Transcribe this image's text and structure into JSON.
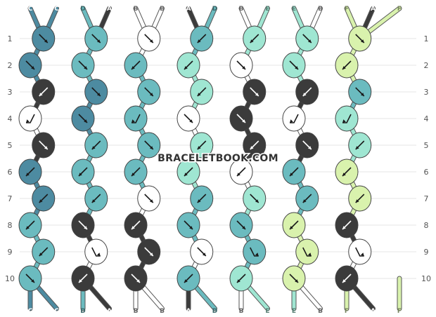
{
  "colors": {
    "A": "#3b3b3b",
    "B": "#ffffff",
    "C": "#4d8ba1",
    "D": "#6bbbbf",
    "E": "#9fe6d2",
    "F": "#d9f2ad"
  },
  "top_strands": [
    "C",
    "C",
    "D",
    "A",
    "B",
    "B",
    "A",
    "D",
    "B",
    "E",
    "E",
    "B",
    "F",
    "A",
    "F"
  ],
  "bottom_strands": [
    "C",
    "C",
    "D",
    "A",
    "B",
    "B",
    "A",
    "D",
    "B",
    "E",
    "E",
    "B",
    "F",
    "A",
    "F"
  ],
  "row_numbers": [
    "1",
    "2",
    "3",
    "4",
    "5",
    "6",
    "7",
    "8",
    "9",
    "10"
  ],
  "knots": [
    [
      {
        "c": "C",
        "d": "se"
      },
      {
        "c": "D",
        "d": "se"
      },
      {
        "c": "B",
        "d": "se"
      },
      {
        "c": "D",
        "d": "sw"
      },
      {
        "c": "E",
        "d": "sw"
      },
      {
        "c": "E",
        "d": "se"
      },
      {
        "c": "F",
        "d": "se"
      }
    ],
    [
      {
        "c": "C",
        "d": "se"
      },
      {
        "c": "D",
        "d": "se"
      },
      {
        "c": "D",
        "d": "sw"
      },
      {
        "c": "E",
        "d": "sw"
      },
      {
        "c": "B",
        "d": "se"
      },
      {
        "c": "E",
        "d": "se"
      },
      {
        "c": "F",
        "d": "sw"
      }
    ],
    [
      {
        "c": "A",
        "d": "sw"
      },
      {
        "c": "C",
        "d": "se"
      },
      {
        "c": "D",
        "d": "se"
      },
      {
        "c": "E",
        "d": "sw"
      },
      {
        "c": "A",
        "d": "se"
      },
      {
        "c": "A",
        "d": "sw"
      },
      {
        "c": "D",
        "d": "se"
      },
      {
        "c": "F",
        "d": "sw"
      }
    ],
    [
      {
        "c": "B",
        "d": "rsw"
      },
      {
        "c": "C",
        "d": "se"
      },
      {
        "c": "D",
        "d": "rsw"
      },
      {
        "c": "B",
        "d": "se"
      },
      {
        "c": "A",
        "d": "se"
      },
      {
        "c": "B",
        "d": "rsw"
      },
      {
        "c": "E",
        "d": "rsw"
      }
    ],
    [
      {
        "c": "A",
        "d": "se"
      },
      {
        "c": "D",
        "d": "sw"
      },
      {
        "c": "D",
        "d": "se"
      },
      {
        "c": "E",
        "d": "sw"
      },
      {
        "c": "A",
        "d": "sw"
      },
      {
        "c": "A",
        "d": "se"
      },
      {
        "c": "E",
        "d": "sw"
      },
      {
        "c": "E",
        "d": "rsw"
      }
    ],
    [
      {
        "c": "C",
        "d": "sw"
      },
      {
        "c": "D",
        "d": "sw"
      },
      {
        "c": "D",
        "d": "sw"
      },
      {
        "c": "E",
        "d": "sw"
      },
      {
        "c": "B",
        "d": "sw"
      },
      {
        "c": "D",
        "d": "sw"
      },
      {
        "c": "F",
        "d": "sw"
      }
    ],
    [
      {
        "c": "C",
        "d": "sw"
      },
      {
        "c": "D",
        "d": "sw"
      },
      {
        "c": "B",
        "d": "se"
      },
      {
        "c": "D",
        "d": "sw"
      },
      {
        "c": "E",
        "d": "se"
      },
      {
        "c": "D",
        "d": "sw"
      },
      {
        "c": "F",
        "d": "sw"
      },
      {
        "c": "F",
        "d": "sw"
      }
    ],
    [
      {
        "c": "D",
        "d": "sw"
      },
      {
        "c": "A",
        "d": "se"
      },
      {
        "c": "A",
        "d": "sw"
      },
      {
        "c": "D",
        "d": "se"
      },
      {
        "c": "D",
        "d": "se"
      },
      {
        "c": "F",
        "d": "sw"
      },
      {
        "c": "A",
        "d": "sw"
      }
    ],
    [
      {
        "c": "D",
        "d": "sw"
      },
      {
        "c": "B",
        "d": "rse"
      },
      {
        "c": "A",
        "d": "se"
      },
      {
        "c": "B",
        "d": "se"
      },
      {
        "c": "D",
        "d": "rse"
      },
      {
        "c": "F",
        "d": "rse"
      },
      {
        "c": "B",
        "d": "rse"
      },
      {
        "c": "F",
        "d": "rsw"
      }
    ],
    [
      {
        "c": "D",
        "d": "se"
      },
      {
        "c": "A",
        "d": "sw"
      },
      {
        "c": "A",
        "d": "se"
      },
      {
        "c": "D",
        "d": "sw"
      },
      {
        "c": "E",
        "d": "sw"
      },
      {
        "c": "F",
        "d": "se"
      },
      {
        "c": "A",
        "d": "sw"
      }
    ]
  ],
  "watermark": "BRACELETBOOK.COM"
}
